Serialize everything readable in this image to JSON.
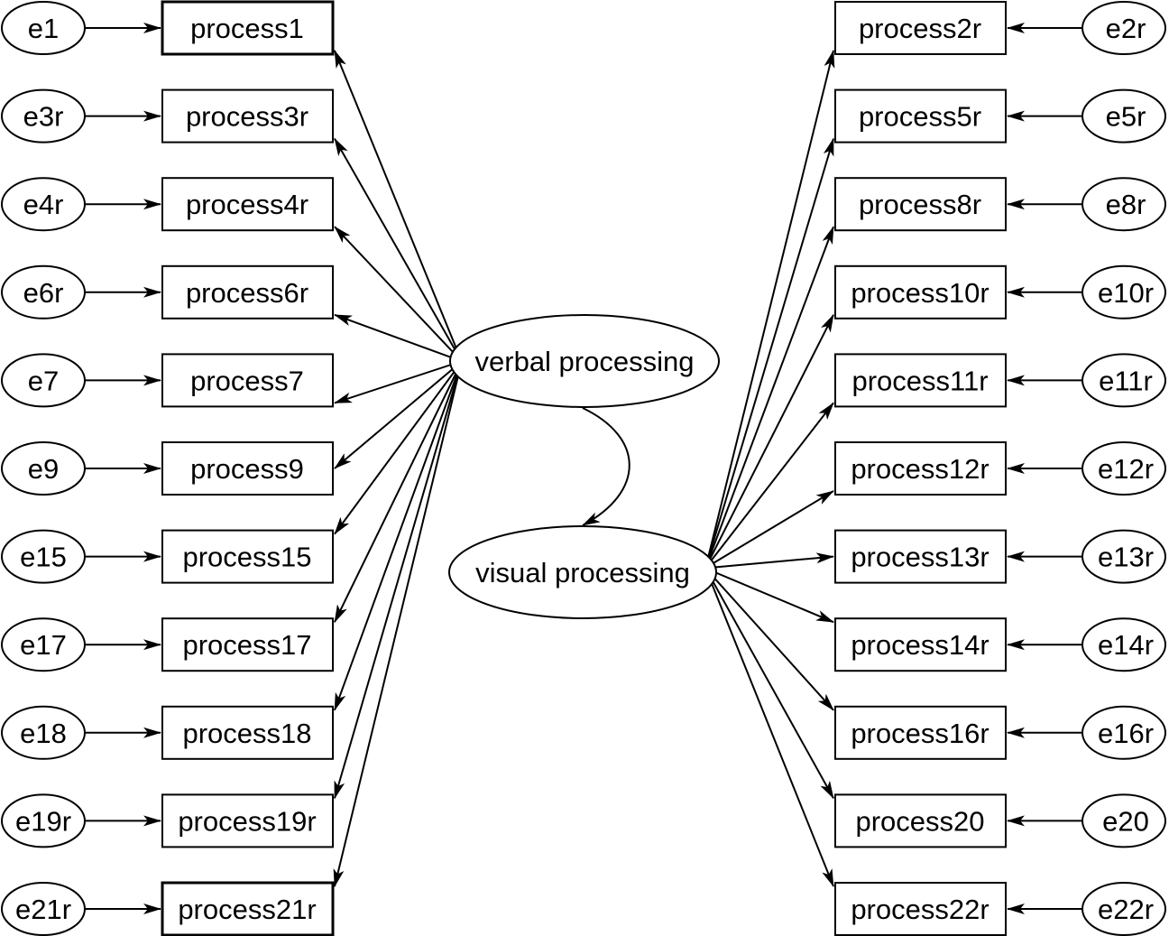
{
  "latent": {
    "verbal": "verbal processing",
    "visual": "visual processing"
  },
  "left_items": [
    {
      "error": "e1",
      "label": "process1"
    },
    {
      "error": "e3r",
      "label": "process3r"
    },
    {
      "error": "e4r",
      "label": "process4r"
    },
    {
      "error": "e6r",
      "label": "process6r"
    },
    {
      "error": "e7",
      "label": "process7"
    },
    {
      "error": "e9",
      "label": "process9"
    },
    {
      "error": "e15",
      "label": "process15"
    },
    {
      "error": "e17",
      "label": "process17"
    },
    {
      "error": "e18",
      "label": "process18"
    },
    {
      "error": "e19r",
      "label": "process19r"
    },
    {
      "error": "e21r",
      "label": "process21r"
    }
  ],
  "right_items": [
    {
      "error": "e2r",
      "label": "process2r"
    },
    {
      "error": "e5r",
      "label": "process5r"
    },
    {
      "error": "e8r",
      "label": "process8r"
    },
    {
      "error": "e10r",
      "label": "process10r"
    },
    {
      "error": "e11r",
      "label": "process11r"
    },
    {
      "error": "e12r",
      "label": "process12r"
    },
    {
      "error": "e13r",
      "label": "process13r"
    },
    {
      "error": "e14r",
      "label": "process14r"
    },
    {
      "error": "e16r",
      "label": "process16r"
    },
    {
      "error": "e20",
      "label": "process20"
    },
    {
      "error": "e22r",
      "label": "process22r"
    }
  ]
}
